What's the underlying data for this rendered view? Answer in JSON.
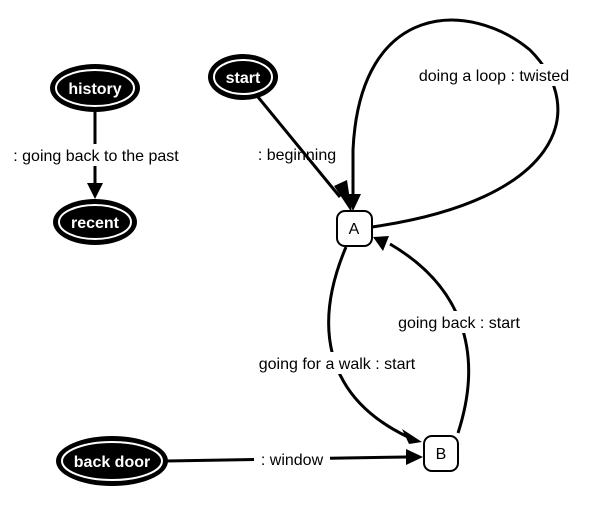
{
  "nodes": {
    "history": "history",
    "recent": "recent",
    "start": "start",
    "back_door": "back door",
    "a": "A",
    "b": "B"
  },
  "edges": {
    "history_recent": ": going back to the past",
    "start_a": ": beginning",
    "a_loop": "doing a loop : twisted",
    "a_b": "going for a walk : start",
    "b_a": "going back : start",
    "backdoor_b": ": window"
  }
}
